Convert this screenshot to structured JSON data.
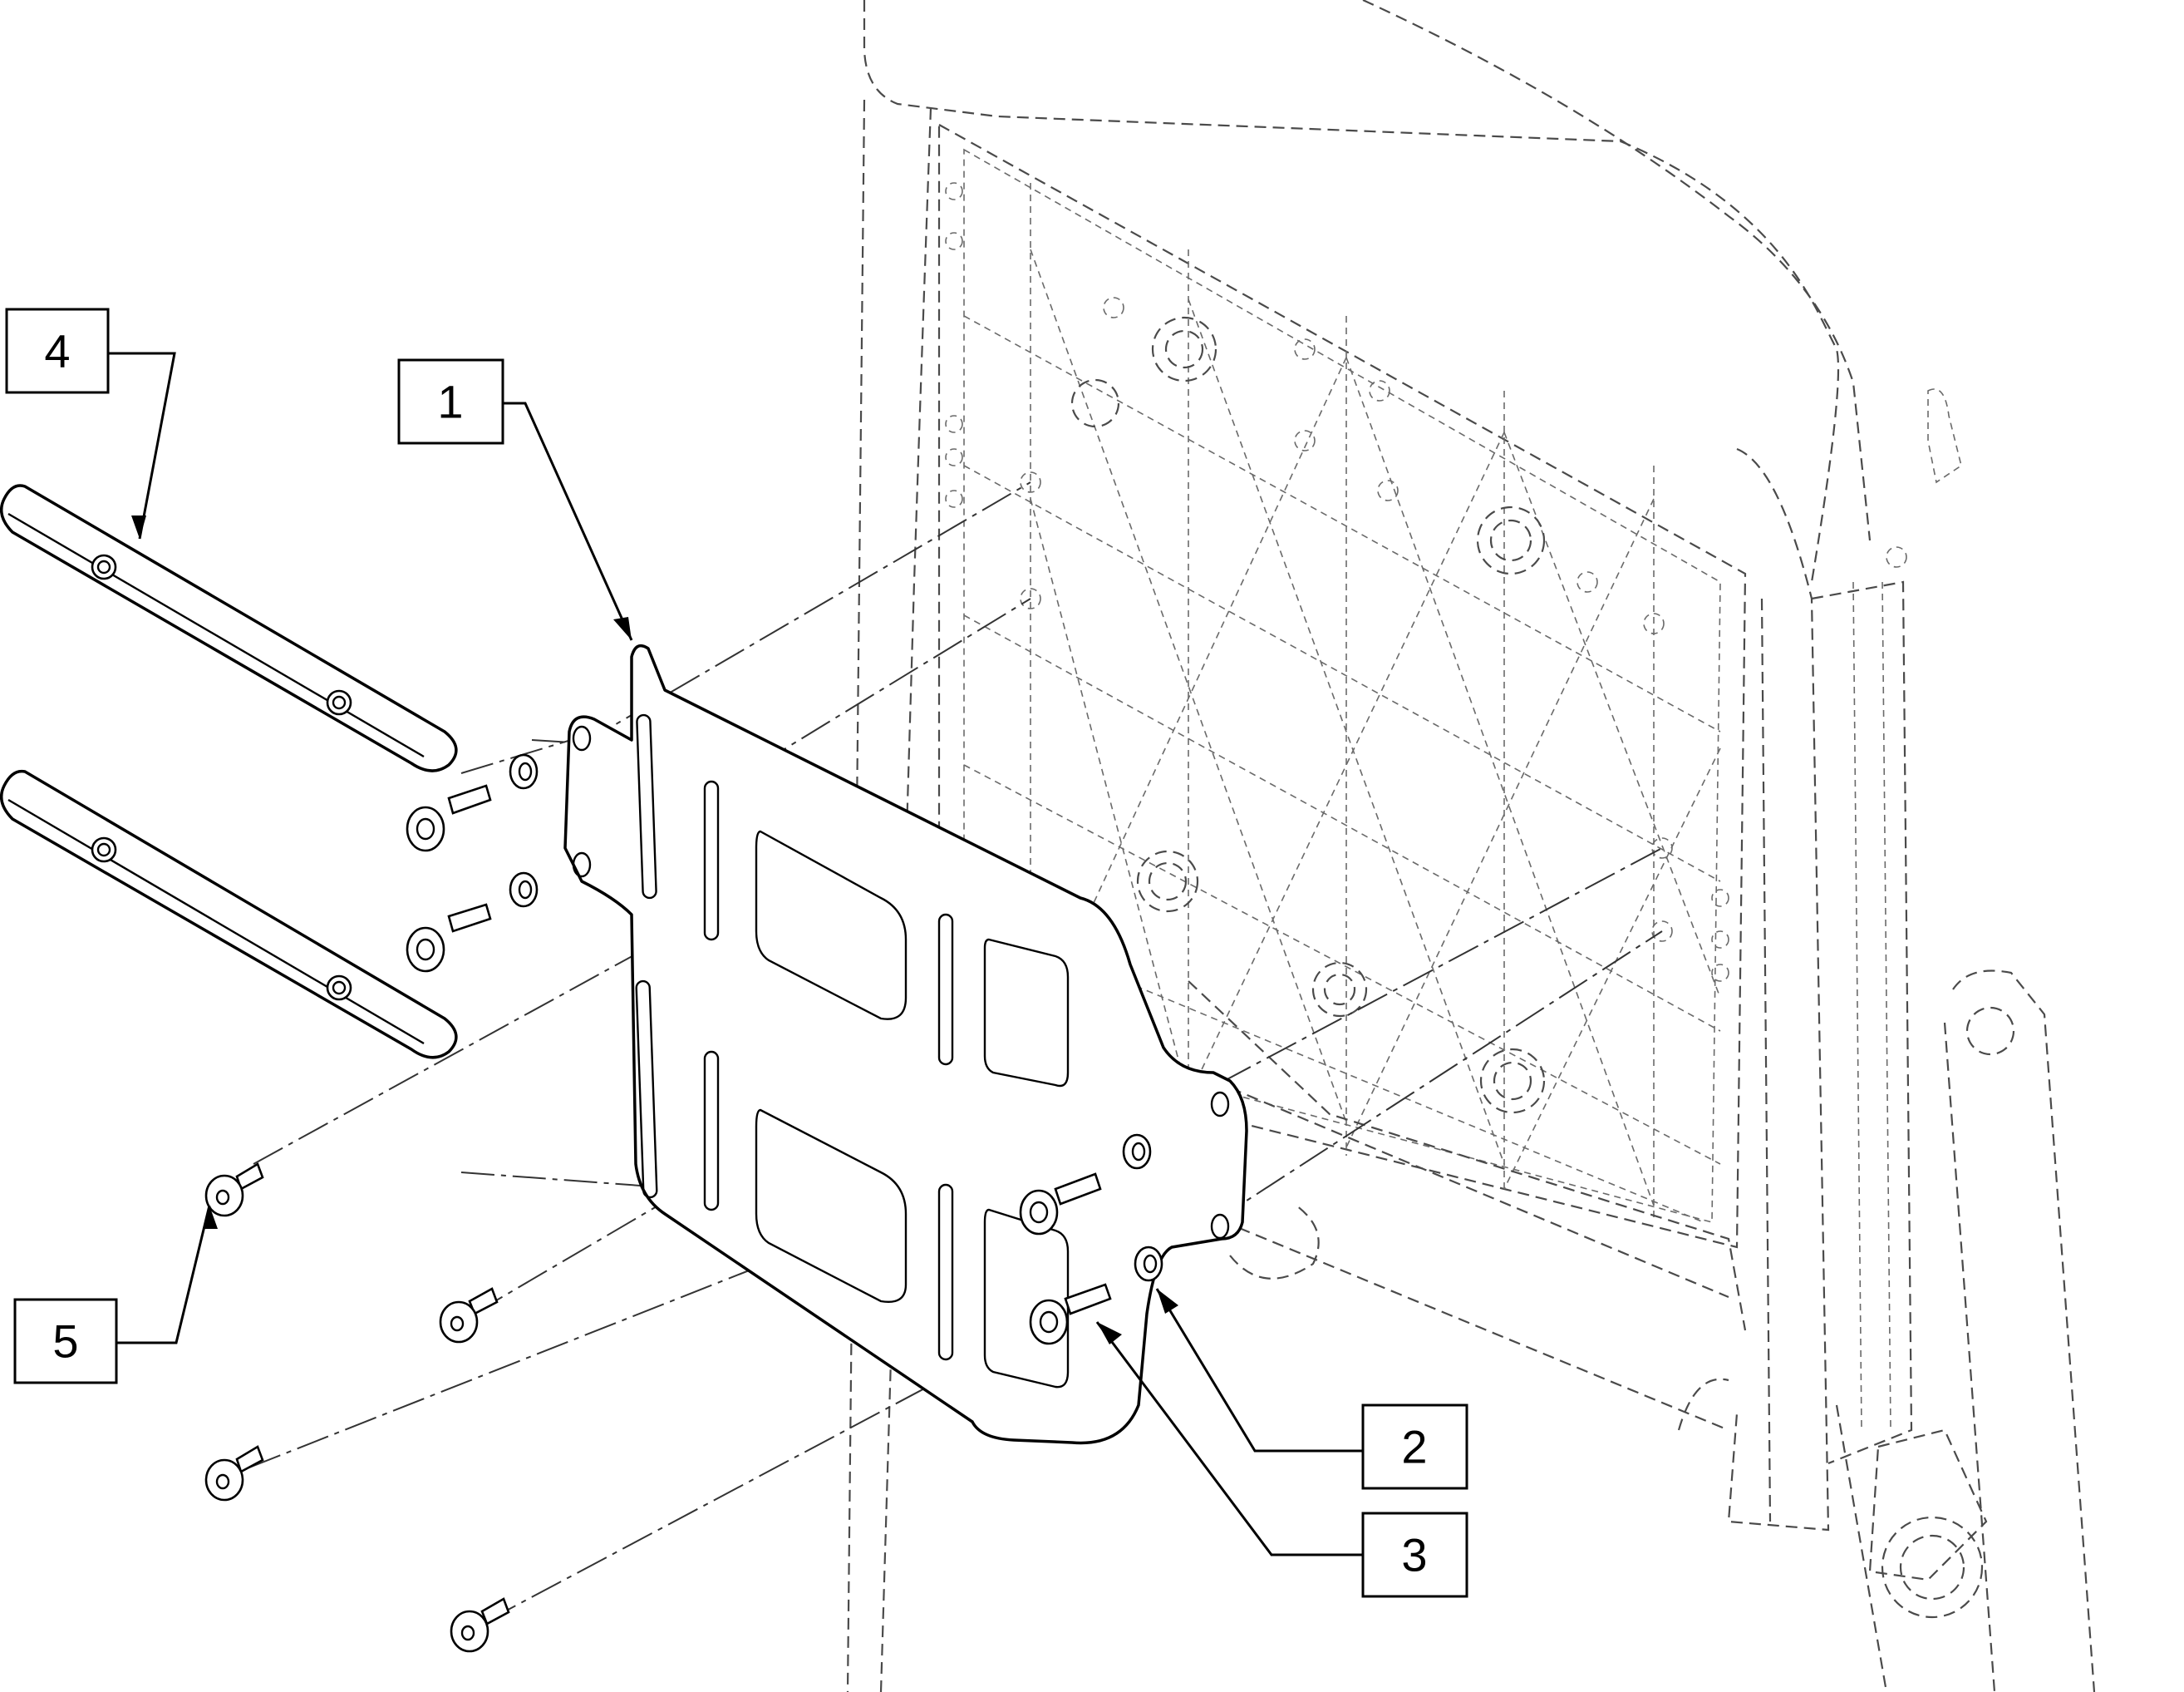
{
  "callouts": [
    {
      "number": "1",
      "part": "mounting-bracket-plate"
    },
    {
      "number": "2",
      "part": "washer"
    },
    {
      "number": "3",
      "part": "socket-head-screw"
    },
    {
      "number": "4",
      "part": "mounting-rail"
    },
    {
      "number": "5",
      "part": "button-head-screw"
    }
  ],
  "colors": {
    "line": "#000000",
    "phantom": "#4a4a4a",
    "background": "#ffffff"
  }
}
